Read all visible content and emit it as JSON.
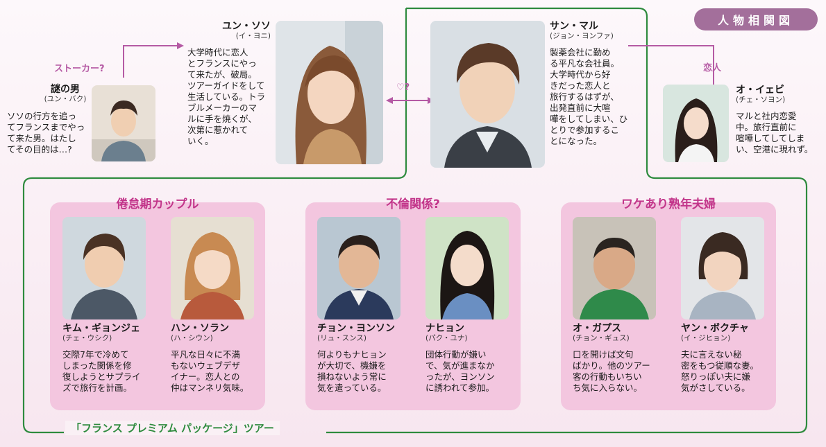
{
  "badge": "人物相関図",
  "relations": {
    "stalker": "ストーカー?",
    "heart": "♡?",
    "lover": "恋人"
  },
  "tour_label": "「フランス プレミアム パッケージ」ツアー",
  "characters": {
    "mystery": {
      "name": "謎の男",
      "reading": "(ユン・バク)",
      "desc": [
        "ソソの行方を追っ",
        "てフランスまでやっ",
        "て来た男。はたし",
        "てその目的は…?"
      ]
    },
    "soso": {
      "name": "ユン・ソソ",
      "reading": "(イ・ヨニ)",
      "desc": [
        "大学時代に恋人",
        "とフランスにやっ",
        "て来たが、破局。",
        "ツアーガイドをして",
        "生活している。トラ",
        "ブルメーカーのマ",
        "ルに手を焼くが、",
        "次第に惹かれて",
        "いく。"
      ]
    },
    "maru": {
      "name": "サン・マル",
      "reading": "(ジョン・ヨンファ)",
      "desc": [
        "製薬会社に勤め",
        "る平凡な会社員。",
        "大学時代から好",
        "きだった恋人と",
        "旅行するはずが、",
        "出発直前に大喧",
        "嘩をしてしまい、ひ",
        "とりで参加するこ",
        "とになった。"
      ]
    },
    "ebi": {
      "name": "オ・イェビ",
      "reading": "(チェ・ソヨン)",
      "desc": [
        "マルと社内恋愛",
        "中。旅行直前に",
        "喧嘩してしてしま",
        "い、空港に現れず。"
      ]
    },
    "gyonje": {
      "name": "キム・ギョンジェ",
      "reading": "(チェ・ウシク)",
      "desc": [
        "交際7年で冷めて",
        "しまった関係を修",
        "復しようとサプライ",
        "ズで旅行を計画。"
      ]
    },
    "soran": {
      "name": "ハン・ソラン",
      "reading": "(ハ・シウン)",
      "desc": [
        "平凡な日々に不満",
        "もないウェブデザ",
        "イナー。恋人との",
        "仲はマンネリ気味。"
      ]
    },
    "yonson": {
      "name": "チョン・ヨンソン",
      "reading": "(リュ・スンス)",
      "desc": [
        "何よりもナヒョン",
        "が大切で、機嫌を",
        "損ねないよう常に",
        "気を遣っている。"
      ]
    },
    "nahyon": {
      "name": "ナヒョン",
      "reading": "(パク・ユナ)",
      "desc": [
        "団体行動が嫌い",
        "で、気が進まなか",
        "ったが、ヨンソン",
        "に誘われて参加。"
      ]
    },
    "gapusu": {
      "name": "オ・ガプス",
      "reading": "(チョン・ギュス)",
      "desc": [
        "口を開けば文句",
        "ばかり。他のツアー",
        "客の行動もいちい",
        "ち気に入らない。"
      ]
    },
    "bokucha": {
      "name": "ヤン・ボクチャ",
      "reading": "(イ・ジヒョン)",
      "desc": [
        "夫に言えない秘",
        "密をもつ従順な妻。",
        "怒りっぽい夫に嫌",
        "気がさしている。"
      ]
    }
  },
  "groups": [
    {
      "title": "倦怠期カップル"
    },
    {
      "title": "不倫関係?"
    },
    {
      "title": "ワケあり熟年夫婦"
    }
  ],
  "colors": {
    "green": "#2e8b3e",
    "pink_box": "#f3c6df",
    "title_pink": "#c2358a",
    "relation": "#b55aa4",
    "badge": "#a36f9b"
  }
}
